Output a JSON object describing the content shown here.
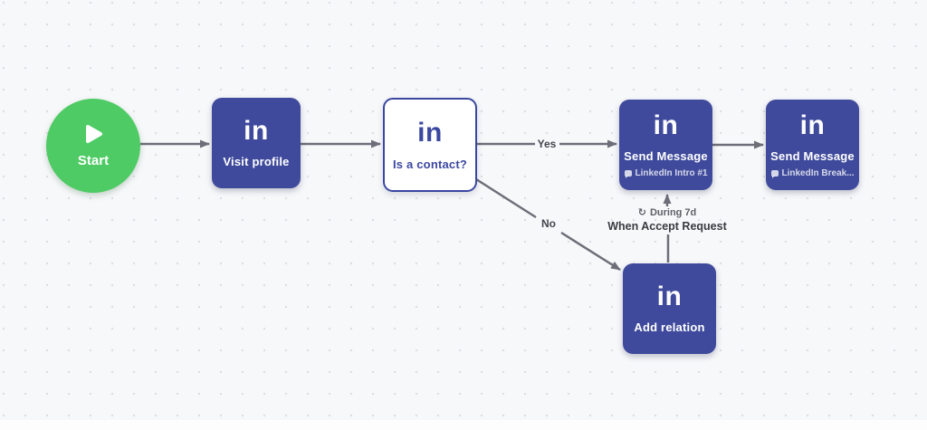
{
  "colors": {
    "canvas_bg": "#f7f8fa",
    "grid_dot": "#dcdee3",
    "node_purple": "#3f4a9c",
    "condition_border": "#3b48a0",
    "start_green": "#4ecb64",
    "arrow_gray": "#6e6e78"
  },
  "nodes": {
    "start": {
      "label": "Start",
      "icon": "play-icon"
    },
    "visit_profile": {
      "icon": "in",
      "label": "Visit profile"
    },
    "is_contact": {
      "icon": "in",
      "label": "Is a contact?"
    },
    "send_message_1": {
      "icon": "in",
      "label": "Send Message",
      "sublabel": "LinkedIn Intro #1"
    },
    "send_message_2": {
      "icon": "in",
      "label": "Send Message",
      "sublabel": "LinkedIn Break..."
    },
    "add_relation": {
      "icon": "in",
      "label": "Add relation"
    }
  },
  "edges": {
    "yes": "Yes",
    "no": "No",
    "during_icon": "↻",
    "during": "During 7d",
    "condition": "When Accept Request"
  }
}
